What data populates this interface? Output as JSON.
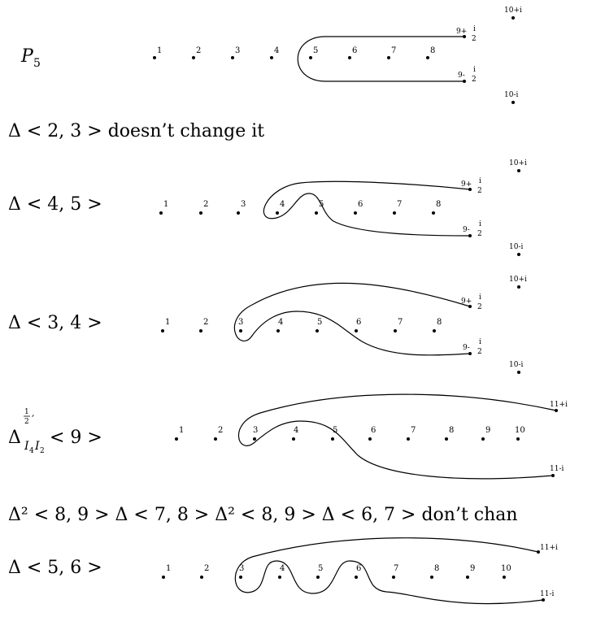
{
  "rows": {
    "p5": {
      "label_main": "P",
      "label_sub": "5",
      "points": [
        "1",
        "2",
        "3",
        "4",
        "5",
        "6",
        "7",
        "8"
      ],
      "upper_label_a": "9+",
      "lower_label_a": "9-",
      "half_num": "i",
      "half_den": "2",
      "corner_top": "10+i",
      "corner_bottom": "10-i"
    },
    "note1": "Δ < 2, 3 > doesn’t change it",
    "d45": {
      "label": "Δ < 4, 5 >",
      "points": [
        "1",
        "2",
        "3",
        "4",
        "5",
        "6",
        "7",
        "8"
      ],
      "upper_label_a": "9+",
      "lower_label_a": "9-",
      "half_num": "i",
      "half_den": "2",
      "corner_top": "10+i",
      "corner_bottom": "10-i"
    },
    "d34": {
      "label": "Δ < 3, 4 >",
      "points": [
        "1",
        "2",
        "3",
        "4",
        "5",
        "6",
        "7",
        "8"
      ],
      "upper_label_a": "9+",
      "lower_label_a": "9-",
      "half_num": "i",
      "half_den": "2",
      "corner_top": "10+i",
      "corner_bottom": "10-i"
    },
    "dhalf": {
      "label_delta": "Δ",
      "label_frac_num": "1",
      "label_frac_den": "2",
      "label_prime": "′",
      "label_sub": "I",
      "label_sub_i4": "4",
      "label_sub_i2": "2",
      "label_rest": "< 9 >",
      "points": [
        "1",
        "2",
        "3",
        "4",
        "5",
        "6",
        "7",
        "8",
        "9",
        "10"
      ],
      "top_end": "11+i",
      "bottom_end": "11-i"
    },
    "note2": "Δ² < 8, 9 > Δ < 7, 8 > Δ² < 8, 9 > Δ < 6, 7 > don’t chan",
    "d56": {
      "label": "Δ < 5, 6 >",
      "points": [
        "1",
        "2",
        "3",
        "4",
        "5",
        "6",
        "7",
        "8",
        "9",
        "10"
      ],
      "top_end": "11+i",
      "bottom_end": "11-i"
    }
  }
}
